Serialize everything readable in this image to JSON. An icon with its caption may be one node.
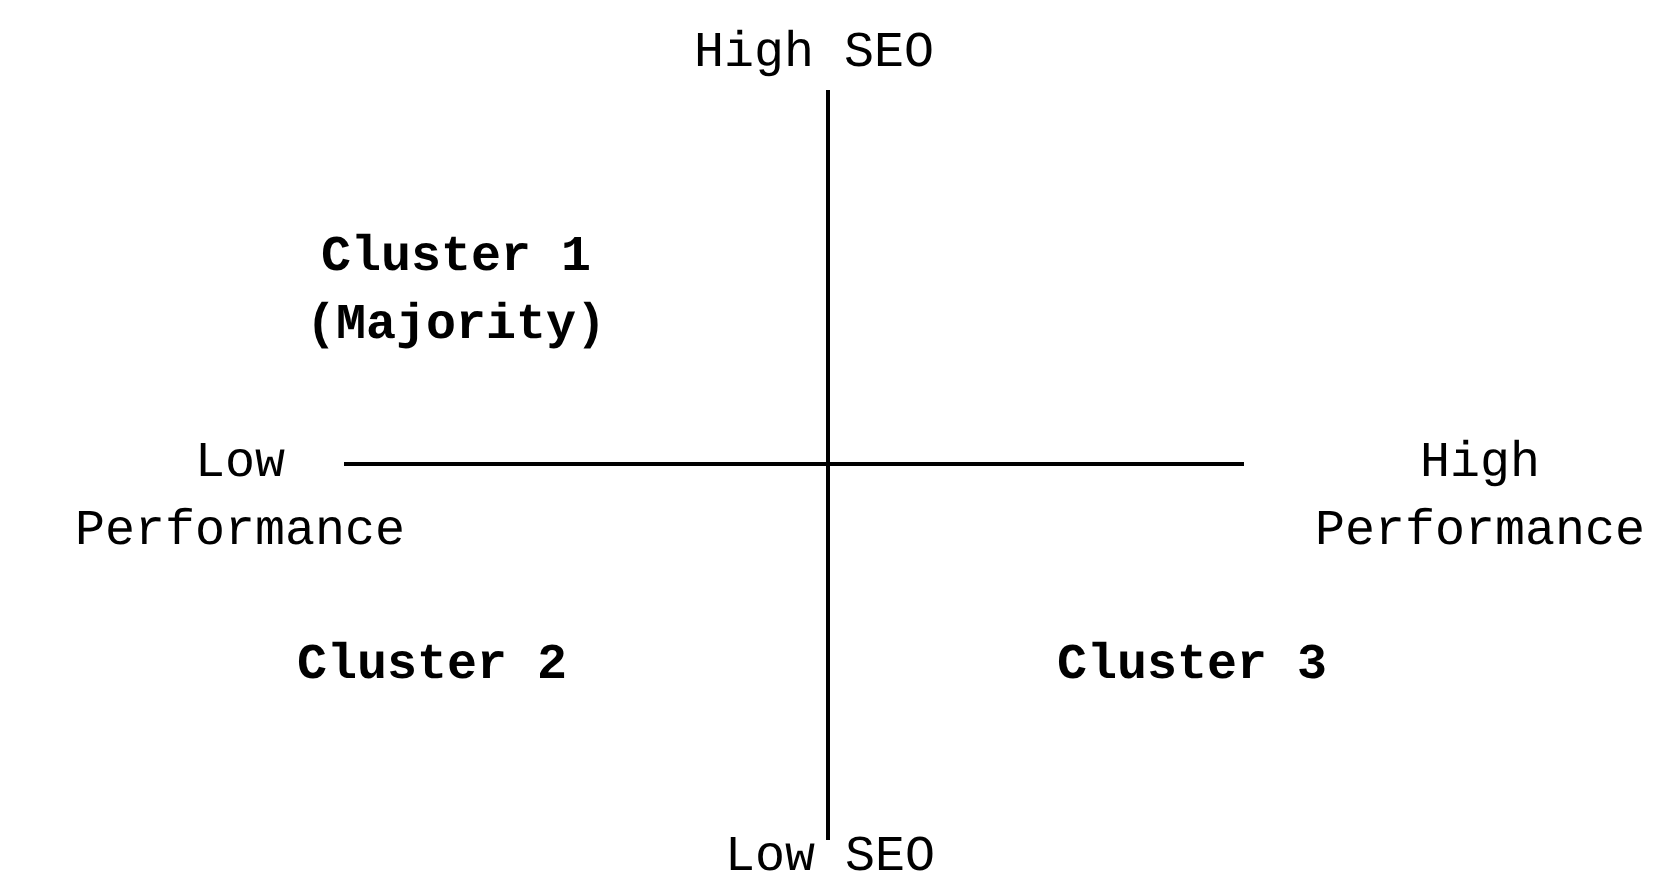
{
  "diagram": {
    "labels": [
      "High SEO",
      "Cluster 1 (Majority)",
      "Low Performance",
      "High Performance",
      "Cluster 2",
      "Cluster 3",
      "Low SEO"
    ]
  }
}
